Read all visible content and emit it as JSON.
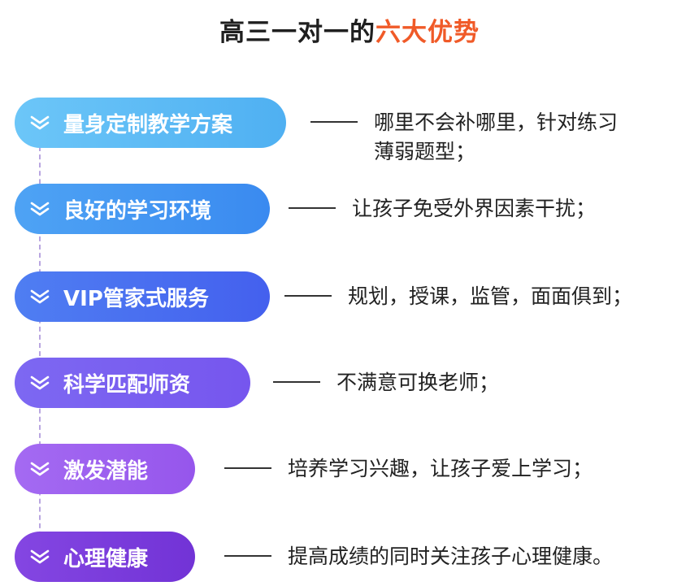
{
  "title": {
    "prefix": "高三一对一的",
    "highlight": "六大优势"
  },
  "colors": {
    "highlight": "#f05a28",
    "item1": "#5bb8f5",
    "item2": "#3d8ef0",
    "item3": "#4a6cf0",
    "item4": "#7a5cf0",
    "item5": "#9a5cee",
    "item6": "#7c3fdc"
  },
  "items": [
    {
      "label": "量身定制教学方案",
      "desc": "哪里不会补哪里，针对练习",
      "desc2": "薄弱题型；"
    },
    {
      "label": "良好的学习环境",
      "desc": "让孩子免受外界因素干扰；",
      "desc2": ""
    },
    {
      "label": "VIP管家式服务",
      "desc": "规划，授课，监管，面面俱到；",
      "desc2": ""
    },
    {
      "label": "科学匹配师资",
      "desc": "不满意可换老师；",
      "desc2": ""
    },
    {
      "label": "激发潜能",
      "desc": "培养学习兴趣，让孩子爱上学习；",
      "desc2": ""
    },
    {
      "label": "心理健康",
      "desc": "提高成绩的同时关注孩子心理健康。",
      "desc2": ""
    }
  ],
  "icon": "double-chevron-down-icon"
}
